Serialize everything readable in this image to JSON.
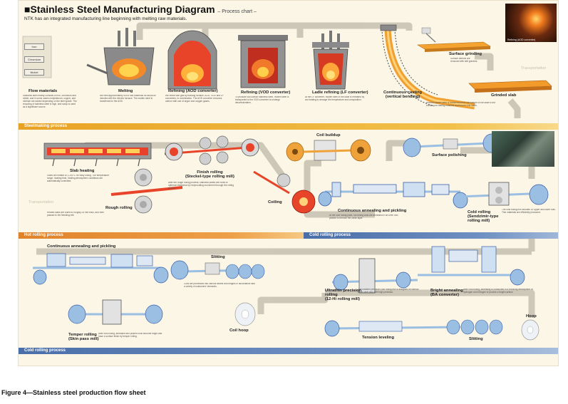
{
  "header": {
    "title": "■Stainless Steel Manufacturing Diagram",
    "title_suffix": "– Process chart –",
    "subtitle": "NTK has an integrated manufacturing line beginning with melting raw materials."
  },
  "raw_tags": [
    "Iron",
    "Chromium",
    "Nickel"
  ],
  "photo_caption": "Refining (AOD converter)",
  "steelmaking": {
    "flow_raw": "Flow materials",
    "melting": "Melting",
    "refining_aod": "Refining (AOD converter)",
    "refining_vod": "Refining (VOD converter)",
    "ladle": "Ladle refining (LF converter)",
    "casting": "Continuous casting\n(vertical bending)",
    "surface_grinding": "Surface grinding",
    "surface_grinding_note": "Surface defects are\nremoved with belt grinders.",
    "grinded_slab": "Grinded slab",
    "transportation": "Transportation",
    "bar": "Steelmaking process"
  },
  "hot_rolling": {
    "slab_heating": "Slab heating",
    "rough_rolling": "Rough rolling",
    "finish_rolling": "Finish rolling\n(Steckel-type rolling mill)",
    "coiling": "Coiling",
    "transportation": "Transportation",
    "bar": "Hot rolling process"
  },
  "cold_rolling_1": {
    "coil_buildup": "Coil buildup",
    "surface_polishing": "Surface polishing",
    "annealing_pickling": "Continuous annealing and pickling",
    "cold_rolling": "Cold rolling\n(Sendzimir-type\nrolling mill)",
    "bar": "Cold rolling process"
  },
  "cold_rolling_2": {
    "annealing_pickling": "Continuous annealing and pickling",
    "slitting_top": "Slitting",
    "ultrathin": "Ultrathin precision\nrolling\n(12-Hi rolling mill)",
    "bright_annealing": "Bright annealing\n(BA converter)",
    "temper_rolling": "Temper rolling\n(Skin pass mill)",
    "coil_hoop": "Coil hoop",
    "tension_leveling": "Tension leveling",
    "slitting_bottom": "Slitting",
    "hoop": "Hoop",
    "bar": "Cold rolling process"
  },
  "descriptions": {
    "raw": "Stainless steel mainly consists of iron, chromium and nickel, and in some cases molybdenum, copper, and niobium are added depending on the steel grade. The recycling of stainless steel is high, and scrap is used as a significant source.",
    "melting": "We melt approximately 90t of raw materials for about 80 minutes with the electric furnace. The molten steel is transferred to the AOD.",
    "aod": "We refine with gas by blowing furnace, AOD. VOD and LF converters, in combination. The AOD converter removes carbon with use of argon and oxygen gases.",
    "vod": "To produce low-carbon stainless steel, molten steel is transported to the VOD converter to undergo decarburization.",
    "ladle": "At the LF converter, molten steel in the ladle is reheated by arc heating to arrange the temperature and composition.",
    "casting": "Refined molten steel is transferred from the bottom of the ladle to the continuous casting machine and formed into slabs.",
    "slab_heating": "Slabs are heated to 1,200°C for easy rolling. The temperature range, heating time, heating atmosphere conditions are automatically controlled.",
    "rough": "Heated slabs are rolled to roughly 25 mm thick, and then passed to the finishing mill.",
    "finish": "After the rough rolling process, stainless plates are rolled to optimum thickness by reciprocating movement through the rolling drums.",
    "annealing1": "At the cold rolling plant, hot rolling coils are annealed in an oven and pickled to remove the oxide layer.",
    "cold_rolling": "The cold rolling mill includes 20 upper and lower rolls. Thin materials are efficiently produced.",
    "slitting": "Coils are processed into various widths and lengths in accordance with a variety of customers' demands.",
    "ultrathin": "The ultrathin precision cold rolling mill is designed for narrow width steel strip with high precision.",
    "bright": "After cold rolling, annealing is conducted in a reducing atmosphere of hydrogen and nitrogen to provide a bright surface.",
    "temper": "After cold rolling, annealed and pickled coils become bright and have a surface finish by temper rolling."
  },
  "caption": "Figure 4—Stainless steel production flow sheet",
  "colors": {
    "steel_bar": "#e8a224",
    "hot_bar": "#e0822a",
    "cold_bar": "#5d7fb5",
    "coil_blue": "#9bbfe2",
    "coil_orange": "#f0a23a",
    "molten": "#e8442a"
  }
}
